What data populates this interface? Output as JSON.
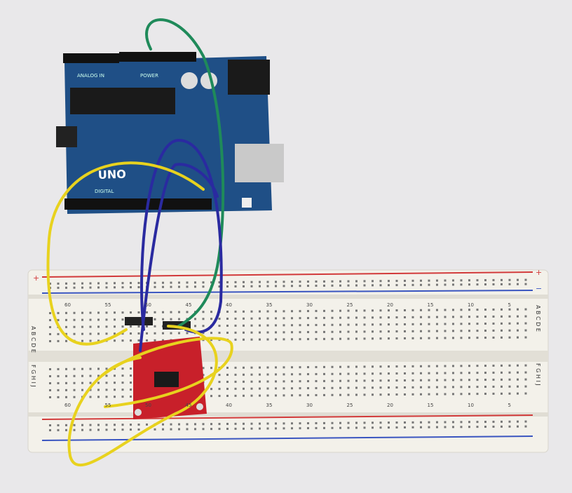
{
  "board": {
    "name": "UNO",
    "digital_label": "DIGITAL",
    "analog_label": "ANALOG IN",
    "power_label": "POWER"
  },
  "breadboard": {
    "rows_top": "A B C D E",
    "rows_bottom": "F G H I J",
    "column_numbers": [
      "60",
      "55",
      "50",
      "45",
      "40",
      "35",
      "30",
      "25",
      "20",
      "15",
      "10",
      "5"
    ],
    "rail_plus": "+",
    "rail_minus": "−"
  },
  "colors": {
    "background": "#e9e8ea",
    "arduino": "#1f4f86",
    "breadboard": "#f3f1ea",
    "sensor": "#c8202a",
    "wire_yellow": "#e8d21e",
    "wire_blue": "#2a2aa0",
    "wire_green": "#1f8a5a",
    "rail_red": "#d23a3a",
    "rail_blue": "#3a55c0"
  }
}
